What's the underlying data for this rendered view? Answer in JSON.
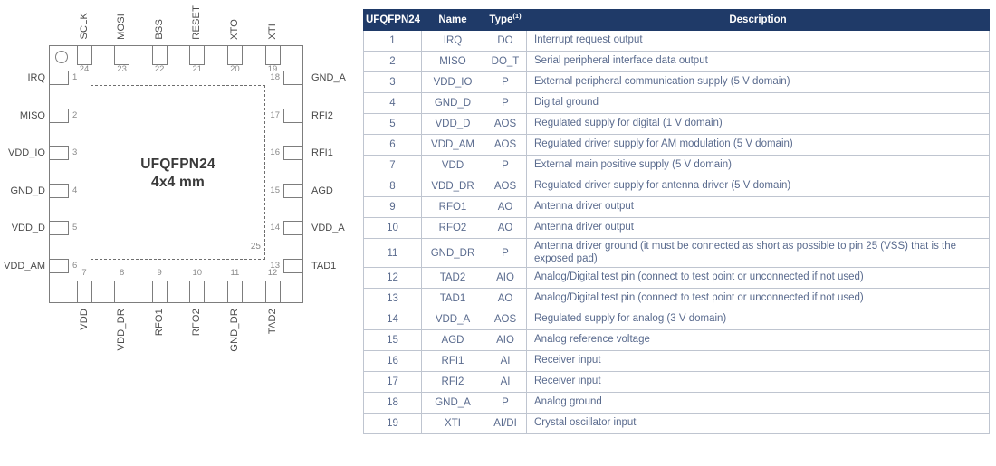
{
  "colors": {
    "header_bg": "#1f3a68",
    "header_text": "#ffffff",
    "table_text": "#5a6b8e",
    "table_border": "#bfc5d0",
    "diagram_line": "#7d7d7d",
    "diagram_label": "#4a4a4a",
    "diagram_number": "#8a8a8a",
    "diagram_title": "#3a3a3a"
  },
  "diagram": {
    "package_title": "UFQFPN24",
    "package_size": "4x4 mm",
    "exposed_pad_number": "25",
    "top_pins": [
      {
        "number": "24",
        "label": "SCLK"
      },
      {
        "number": "23",
        "label": "MOSI"
      },
      {
        "number": "22",
        "label": "BSS"
      },
      {
        "number": "21",
        "label": "RESET"
      },
      {
        "number": "20",
        "label": "XTO"
      },
      {
        "number": "19",
        "label": "XTI"
      }
    ],
    "left_pins": [
      {
        "number": "1",
        "label": "IRQ"
      },
      {
        "number": "2",
        "label": "MISO"
      },
      {
        "number": "3",
        "label": "VDD_IO"
      },
      {
        "number": "4",
        "label": "GND_D"
      },
      {
        "number": "5",
        "label": "VDD_D"
      },
      {
        "number": "6",
        "label": "VDD_AM"
      }
    ],
    "right_pins": [
      {
        "number": "18",
        "label": "GND_A"
      },
      {
        "number": "17",
        "label": "RFI2"
      },
      {
        "number": "16",
        "label": "RFI1"
      },
      {
        "number": "15",
        "label": "AGD"
      },
      {
        "number": "14",
        "label": "VDD_A"
      },
      {
        "number": "13",
        "label": "TAD1"
      }
    ],
    "bottom_pins": [
      {
        "number": "7",
        "label": "VDD"
      },
      {
        "number": "8",
        "label": "VDD_DR"
      },
      {
        "number": "9",
        "label": "RFO1"
      },
      {
        "number": "10",
        "label": "RFO2"
      },
      {
        "number": "11",
        "label": "GND_DR"
      },
      {
        "number": "12",
        "label": "TAD2"
      }
    ]
  },
  "table": {
    "headers": [
      "UFQFPN24",
      "Name",
      "Type",
      "Description"
    ],
    "type_superscript": "(1)",
    "rows": [
      [
        "1",
        "IRQ",
        "DO",
        "Interrupt request output"
      ],
      [
        "2",
        "MISO",
        "DO_T",
        "Serial peripheral interface data output"
      ],
      [
        "3",
        "VDD_IO",
        "P",
        "External peripheral communication supply (5 V domain)"
      ],
      [
        "4",
        "GND_D",
        "P",
        "Digital ground"
      ],
      [
        "5",
        "VDD_D",
        "AOS",
        "Regulated supply for digital (1 V domain)"
      ],
      [
        "6",
        "VDD_AM",
        "AOS",
        "Regulated driver supply for AM modulation (5 V domain)"
      ],
      [
        "7",
        "VDD",
        "P",
        "External main positive supply (5 V domain)"
      ],
      [
        "8",
        "VDD_DR",
        "AOS",
        "Regulated driver supply for antenna driver (5 V domain)"
      ],
      [
        "9",
        "RFO1",
        "AO",
        "Antenna driver output"
      ],
      [
        "10",
        "RFO2",
        "AO",
        "Antenna driver output"
      ],
      [
        "11",
        "GND_DR",
        "P",
        "Antenna driver ground (it must be connected as short as possible to pin 25 (VSS) that is the exposed pad)"
      ],
      [
        "12",
        "TAD2",
        "AIO",
        "Analog/Digital test pin (connect to test point or unconnected if not used)"
      ],
      [
        "13",
        "TAD1",
        "AO",
        "Analog/Digital test pin (connect to test point or unconnected if not used)"
      ],
      [
        "14",
        "VDD_A",
        "AOS",
        "Regulated supply for analog (3 V domain)"
      ],
      [
        "15",
        "AGD",
        "AIO",
        "Analog reference voltage"
      ],
      [
        "16",
        "RFI1",
        "AI",
        "Receiver input"
      ],
      [
        "17",
        "RFI2",
        "AI",
        "Receiver input"
      ],
      [
        "18",
        "GND_A",
        "P",
        "Analog ground"
      ],
      [
        "19",
        "XTI",
        "AI/DI",
        "Crystal oscillator input"
      ]
    ]
  }
}
